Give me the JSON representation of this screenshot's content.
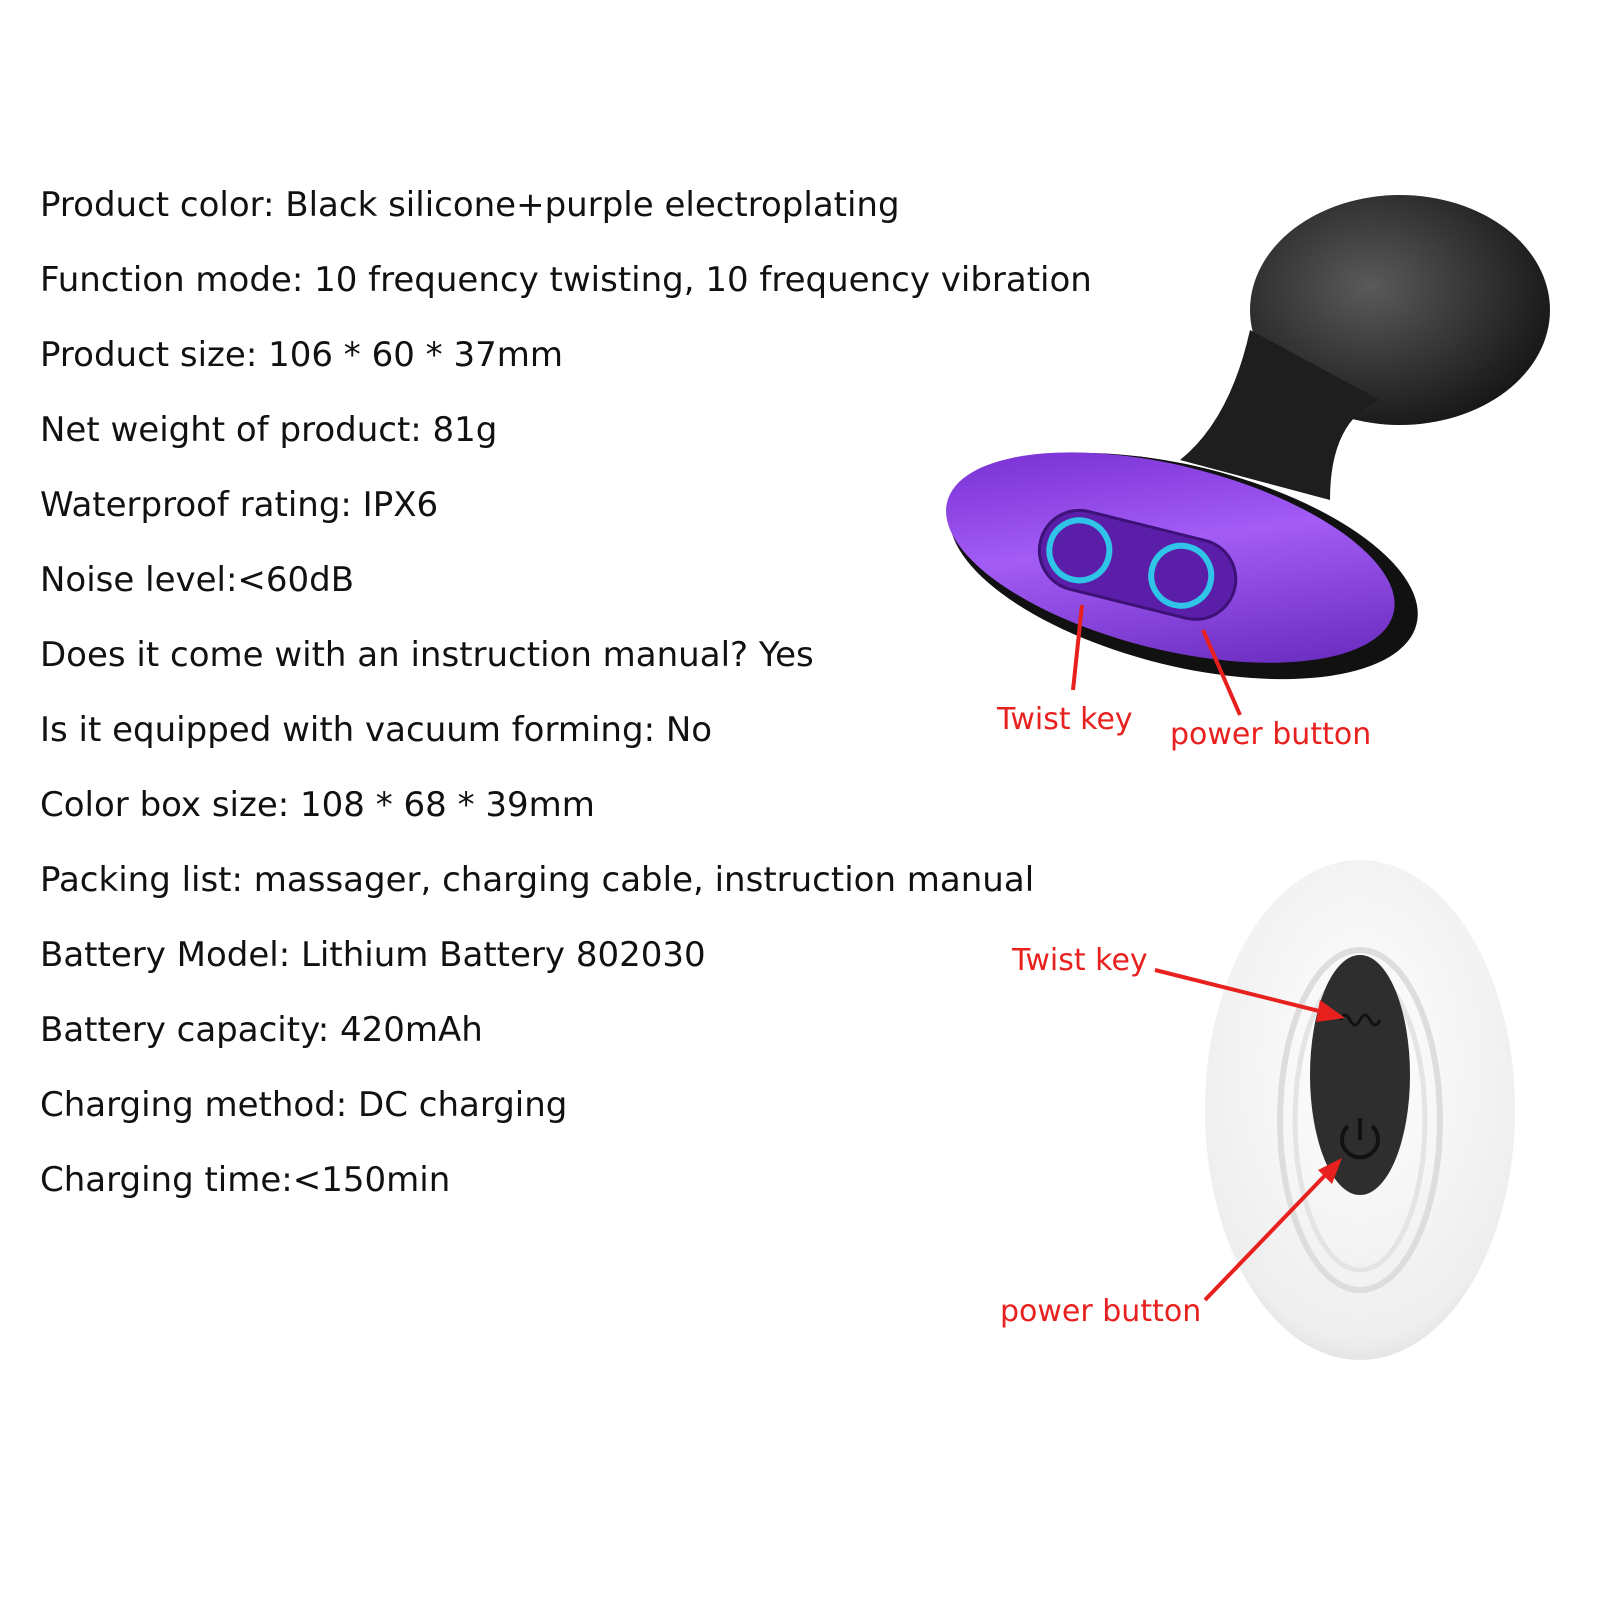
{
  "specs": [
    "Product color: Black silicone+purple electroplating",
    "Function mode: 10 frequency twisting, 10 frequency vibration",
    "Product size: 106 * 60 * 37mm",
    "Net weight of product: 81g",
    "Waterproof rating: IPX6",
    "Noise level:<60dB",
    "Does it come with an instruction manual? Yes",
    "Is it equipped with vacuum forming: No",
    "Color box size: 108 * 68 * 39mm",
    "Packing list: massager, charging cable, instruction manual",
    "Battery Model: Lithium Battery 802030",
    "Battery capacity: 420mAh",
    "Charging method: DC charging",
    "Charging time:<150min"
  ],
  "device_labels": {
    "twist_key": "Twist key",
    "power_button": "power button"
  },
  "remote_labels": {
    "twist_key": "Twist key",
    "power_button": "power button"
  },
  "colors": {
    "label_red": "#e8211f",
    "purple": "#8a3fe0",
    "accent_cyan": "#2fc4e8"
  }
}
